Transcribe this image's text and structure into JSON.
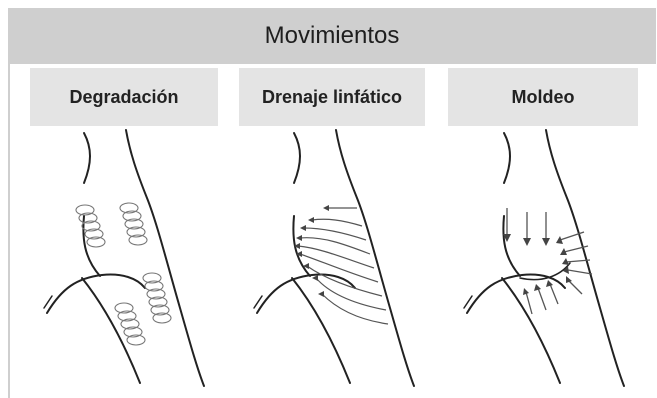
{
  "header": {
    "title": "Movimientos"
  },
  "panels": [
    {
      "label": "Degradación"
    },
    {
      "label": "Drenaje linfático"
    },
    {
      "label": "Moldeo"
    }
  ]
}
